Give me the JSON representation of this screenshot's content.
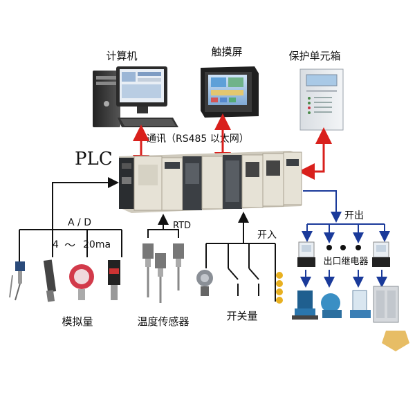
{
  "devices": {
    "computer": "计算机",
    "touchscreen": "触摸屏",
    "protection_box": "保护单元箱"
  },
  "comm_label": "通讯（RS485 以太网）",
  "plc_label": "PLC",
  "analog": {
    "ad_label": "A / D",
    "range_prefix": "4",
    "tilde": "～",
    "range_suffix": "20ma",
    "title": "模拟量"
  },
  "rtd_label": "RTD",
  "temp_sensor_title": "温度传感器",
  "switch_in_label": "开入",
  "switch_title": "开关量",
  "switch_out_label": "开出",
  "relay_label": "出口继电器",
  "colors": {
    "red_arrow": "#d9201c",
    "blue_line": "#1a3a9a",
    "black_line": "#111111",
    "plc_body": "#e6e2d6",
    "module_dark": "#3b3f44"
  }
}
